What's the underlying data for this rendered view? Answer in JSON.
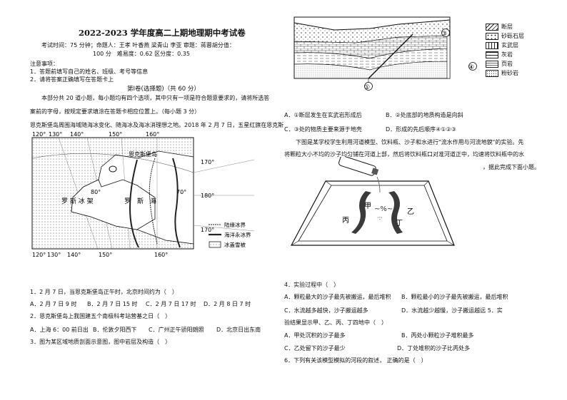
{
  "header": {
    "title": "2022-2023 学年度高二上期地理期中考试卷",
    "meta1": "考试时间：75 分钟；命题人：王孝 叶香燕 梁青山 李亚 审题：蒋蓉胡分值：",
    "meta2": "100 分　难易度：0.62  区分度：0.35"
  },
  "notes": {
    "heading": "注意事项：",
    "items": [
      "1．答题前填写自己的姓名、班级、考号等信息",
      "2．请将答案正确填写在答题卡上"
    ]
  },
  "section1": {
    "title": "第Ⅰ卷(选择题)（共 60 分）",
    "intro1": "本部分共 20 道小题，每小题均有四个选项，其中只有一项是符合题意要求的，请将所选答",
    "intro2": "案前的字母，按规定要求填涂在答题卡相应位置上。（每小题 3 分）",
    "passage1": "恩克斯堡岛周围海域随海冰变化、随海冰及海冰消理想之地。2018 年 2 月 7 日，五星红旗在恩克斯"
  },
  "map": {
    "top_lon": [
      "120°",
      "130°",
      "140°",
      "150°",
      "160°"
    ],
    "bottom_lon": [
      "120°",
      "130°",
      "140°",
      "150°",
      "160°"
    ],
    "lat_inner": [
      "80°",
      "70°"
    ],
    "right_lon": [
      "170°",
      "180°",
      "170°"
    ],
    "place_island": "恩克斯堡岛",
    "place_shelf": "罗 斯 冰 架",
    "place_sea": "罗　斯　海",
    "legend": [
      "陆缘冰界",
      "海洋永冰界",
      "冰盖雪被"
    ]
  },
  "questions_left": {
    "q1": "1．2 月 7 日，当恩克斯堡岛正午时，北京时间约为（　）",
    "q1_options": [
      "A．2 月 7 日 9 时",
      "B．2 月 7 日 15 时",
      "C．2 月 7 日 17 时",
      "D．2 月 8 日 7 时"
    ],
    "q2": "2．恩克斯堡岛上我国建五个南极科考站营基之日（　）",
    "q2_options": [
      "A．上海 6：00 前日出",
      "B．伦敦夕阳西下",
      "C．广州正午骄阳朗照",
      "D．北京日出东南"
    ],
    "q3": "3．图为某区域地质剖面示意图，图中岩层及构造（　）"
  },
  "geology": {
    "labels": [
      "①",
      "③",
      "④"
    ],
    "legend": [
      "断层",
      "砂砾石层",
      "玄武层",
      "灰岩",
      "页岩",
      "粉砂岩"
    ]
  },
  "questions_right": {
    "q3_options": [
      "A．①断层发生在玄武岩形成后",
      "B．②处底部的地质构造是向斜",
      "C．③处的物质主要来源于地壳",
      "D．形成的先后顺序④①②③"
    ],
    "passage2_1": "下图是某学校学生利用河道模型、饮料瓶、沙子和水进行\"流水作用与河流地貌\"的实验。先",
    "passage2_2": "将颗粒大小不均的沙子均匀铺在河道上部，然后将饮料瓶口对准河道正中，均速将饮料瓶中的水",
    "passage2_3": "，据此完成下面小题。",
    "exp_labels": [
      "甲",
      "乙",
      "丙",
      "丁"
    ],
    "q4": "4．实验过程中（　）",
    "q4_options": [
      "A．颗粒最大的沙子最先被搬运，最后堆积",
      "B．颗粒最小的沙子最先被搬运，最后堆积",
      "C．水流越多越快，沙子搬运越多",
      "D．水流越少越慢，沙子搬运越远 5．实",
      "验结果显示甲、乙、丙、丁四地中（　）"
    ],
    "q5_options": [
      "A．甲处沉积的沙子最多",
      "B．丙处小颗粒沙子堆积最多",
      "C．乙处留下的沙子最少",
      "D．丁处堆积的沙子比丙处多"
    ],
    "q6": "6．下列有关该模型模拟的河段的叙述， 正确的是（　）"
  }
}
